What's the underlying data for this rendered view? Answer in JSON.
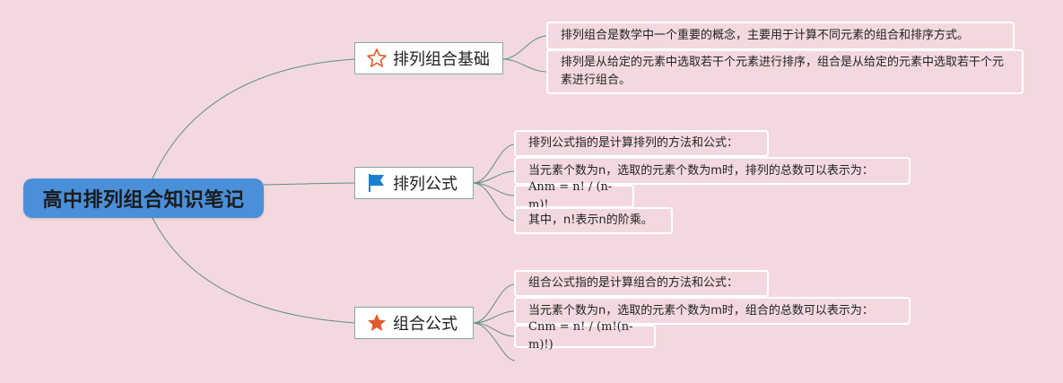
{
  "root": {
    "title": "高中排列组合知识笔记"
  },
  "branches": [
    {
      "label": "排列组合基础",
      "icon": "star-outline-icon",
      "leaves": [
        "排列组合是数学中一个重要的概念，主要用于计算不同元素的组合和排序方式。",
        "排列是从给定的元素中选取若干个元素进行排序，组合是从给定的元素中选取若干个元素进行组合。"
      ]
    },
    {
      "label": "排列公式",
      "icon": "flag-icon",
      "leaves": [
        "排列公式指的是计算排列的方法和公式：",
        "当元素个数为n，选取的元素个数为m时，排列的总数可以表示为：",
        "Anm = n! / (n-m)!",
        "其中，n!表示n的阶乘。"
      ]
    },
    {
      "label": "组合公式",
      "icon": "star-filled-icon",
      "leaves": [
        "组合公式指的是计算组合的方法和公式：",
        "当元素个数为n，选取的元素个数为m时，组合的总数可以表示为：",
        "Cnm = n! / (m!(n-m)!)"
      ]
    }
  ],
  "colors": {
    "background": "#f3d9df",
    "root": "#4a8fd9",
    "link": "#5f8f82",
    "flag": "#1a7fd0",
    "star": "#e35a2c"
  }
}
